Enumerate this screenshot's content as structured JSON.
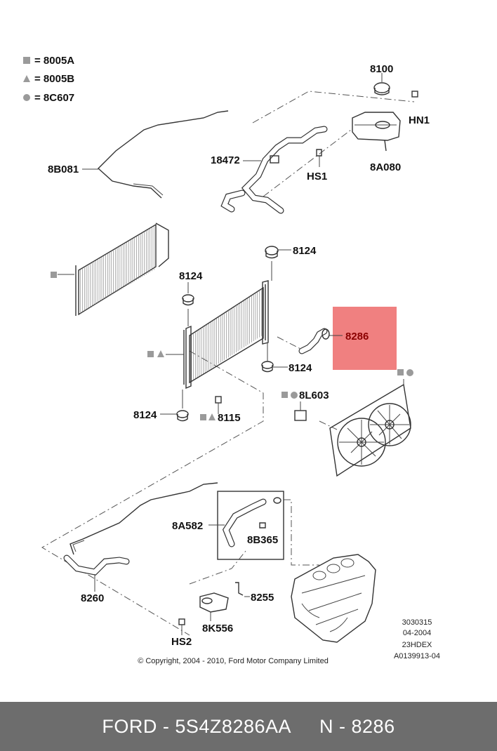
{
  "legend": [
    {
      "symbol": "square-icon",
      "text": "= 8005A"
    },
    {
      "symbol": "triangle-icon",
      "text": "= 8005B"
    },
    {
      "symbol": "circle-icon",
      "text": "= 8C607"
    }
  ],
  "callouts": {
    "c8100": "8100",
    "hn1": "HN1",
    "c18472": "18472",
    "hs1": "HS1",
    "c8a080": "8A080",
    "c8b081": "8B081",
    "c8124_top": "8124",
    "c8124_left": "8124",
    "c8286": "8286",
    "c8124_right": "8124",
    "c8l603": "8L603",
    "c8124_bottom": "8124",
    "c8115": "8115",
    "c8a582": "8A582",
    "c8b365": "8B365",
    "c8260": "8260",
    "c8255": "8255",
    "c8k556": "8K556",
    "hs2": "HS2"
  },
  "info_block": [
    "3030315",
    "04-2004",
    "23HDEX",
    "A0139913-04"
  ],
  "copyright": "© Copyright, 2004 - 2010, Ford Motor Company Limited",
  "footer": {
    "brand_part": "FORD - 5S4Z8286AA",
    "ref": "N - 8286"
  },
  "colors": {
    "highlight": "#f08080",
    "footer_bg": "#6d6d6d",
    "footer_text": "#ffffff"
  }
}
